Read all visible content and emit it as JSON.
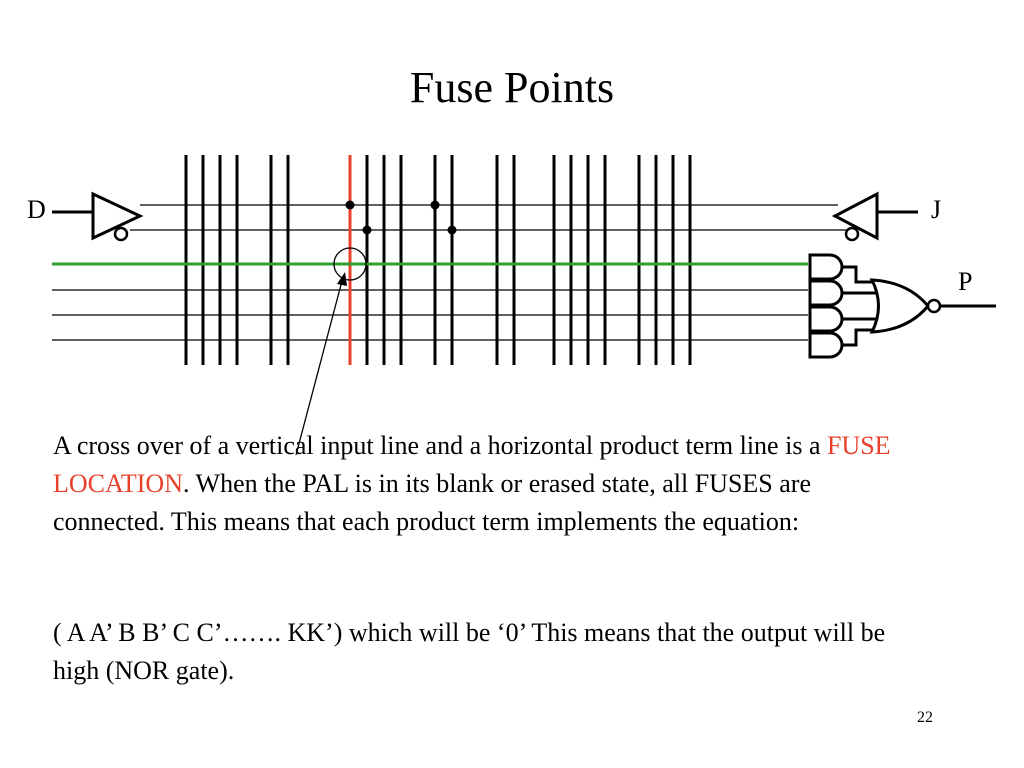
{
  "title": "Fuse Points",
  "labels": {
    "input": "D",
    "output_j": "J",
    "output_p": "P"
  },
  "text": {
    "p1_before": "A cross over of a vertical input line and a horizontal product term line is a ",
    "p1_highlight": "FUSE LOCATION",
    "p1_after": ".   When the PAL is in its blank or erased state, all FUSES are connected.  This means that each product term  implements the equation:",
    "p2": " ( A A’ B B’ C C’……. KK’)  which will be ‘0’  This means that the output will be high (NOR gate)."
  },
  "slide_number": "22",
  "colors": {
    "fuse_line": "#e8402a",
    "product_term": "#2e9e2e",
    "text_highlight": "#e8402a",
    "lines": "#000000"
  }
}
